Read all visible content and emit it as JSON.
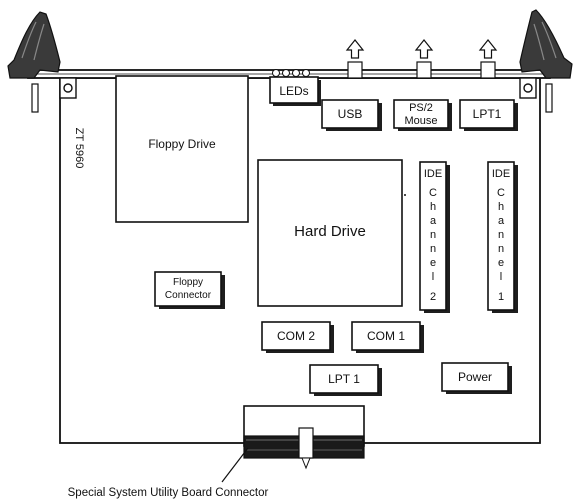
{
  "board": {
    "model": "ZT 5960"
  },
  "components": {
    "floppy_drive": "Floppy Drive",
    "hard_drive": "Hard Drive",
    "leds": "LEDs",
    "usb": "USB",
    "ps2_mouse_line1": "PS/2",
    "ps2_mouse_line2": "Mouse",
    "lpt1_top": "LPT1",
    "ide_channel_2": [
      "IDE",
      "C",
      "h",
      "a",
      "n",
      "n",
      "e",
      "l",
      "2"
    ],
    "ide_channel_1": [
      "IDE",
      "C",
      "h",
      "a",
      "n",
      "n",
      "e",
      "l",
      "1"
    ],
    "floppy_connector_line1": "Floppy",
    "floppy_connector_line2": "Connector",
    "com2": "COM 2",
    "com1": "COM 1",
    "lpt1_bottom": "LPT 1",
    "power": "Power"
  },
  "caption": "Special System Utility Board Connector",
  "colors": {
    "ink": "#111111",
    "handle": "#3a3a3a",
    "background": "#ffffff"
  }
}
